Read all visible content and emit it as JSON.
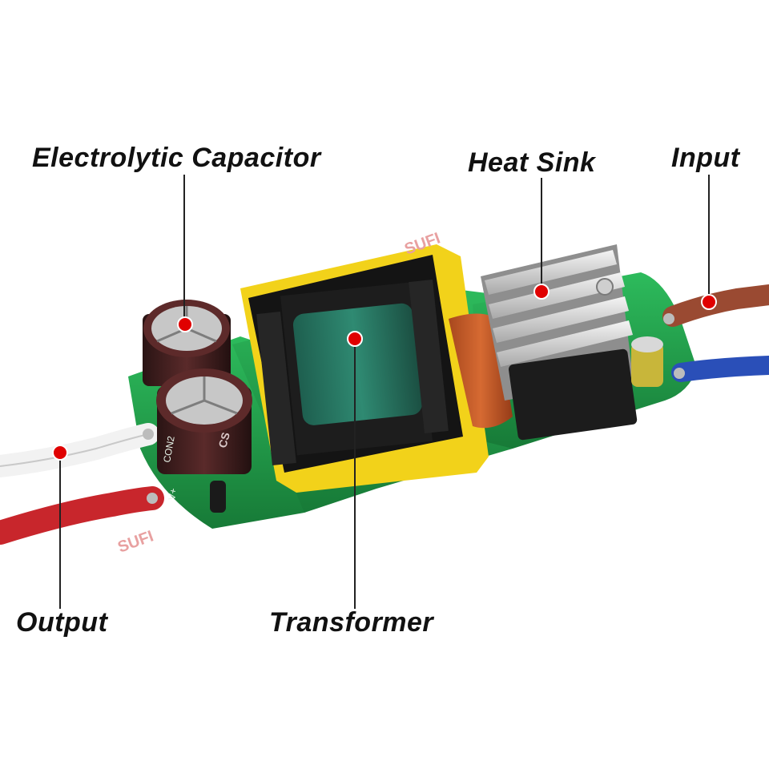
{
  "labels": {
    "capacitor": "Electrolytic Capacitor",
    "heat_sink": "Heat Sink",
    "input": "Input",
    "output": "Output",
    "transformer": "Transformer"
  },
  "watermark": "SUFI",
  "pcb_markings": {
    "con2": "CON2",
    "polarity": "V+",
    "cap_text": "CS"
  },
  "colors": {
    "pcb_green": "#1f9e4a",
    "marker_red": "#e00000",
    "transformer_yellow": "#f2d21a",
    "wire_red": "#c8262c",
    "wire_brown": "#9a4a32",
    "wire_blue": "#2a4fb8",
    "wire_white": "#f2f2f2"
  }
}
